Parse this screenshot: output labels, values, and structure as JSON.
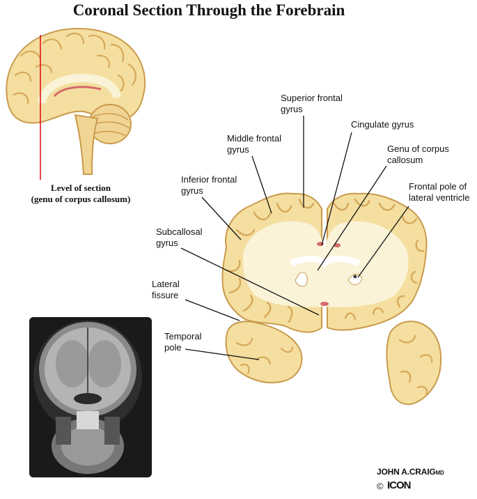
{
  "title": "Coronal Section Through the Forebrain",
  "caption": {
    "line1": "Level of section",
    "line2": "(genu of corpus callosum)"
  },
  "labels": {
    "superior_frontal_1": "Superior frontal",
    "superior_frontal_2": "gyrus",
    "cingulate": "Cingulate gyrus",
    "middle_frontal_1": "Middle frontal",
    "middle_frontal_2": "gyrus",
    "genu_1": "Genu of corpus",
    "genu_2": "callosum",
    "inferior_frontal_1": "Inferior frontal",
    "inferior_frontal_2": "gyrus",
    "frontal_pole_1": "Frontal pole of",
    "frontal_pole_2": "lateral ventricle",
    "subcallosal_1": "Subcallosal",
    "subcallosal_2": "gyrus",
    "lateral_1": "Lateral",
    "lateral_2": "fissure",
    "temporal_1": "Temporal",
    "temporal_2": "pole"
  },
  "asterisk": "*",
  "signature": {
    "name": "JOHN A.CRAIG",
    "md": "MD",
    "copyright": "©",
    "logo": "ICON"
  },
  "colors": {
    "tissue": "#f4dfa0",
    "tissue_shadow": "#dcb46a",
    "white_matter": "#fbf3d8",
    "section_line": "#e0141c",
    "mri_bg": "#1a1a1a"
  }
}
